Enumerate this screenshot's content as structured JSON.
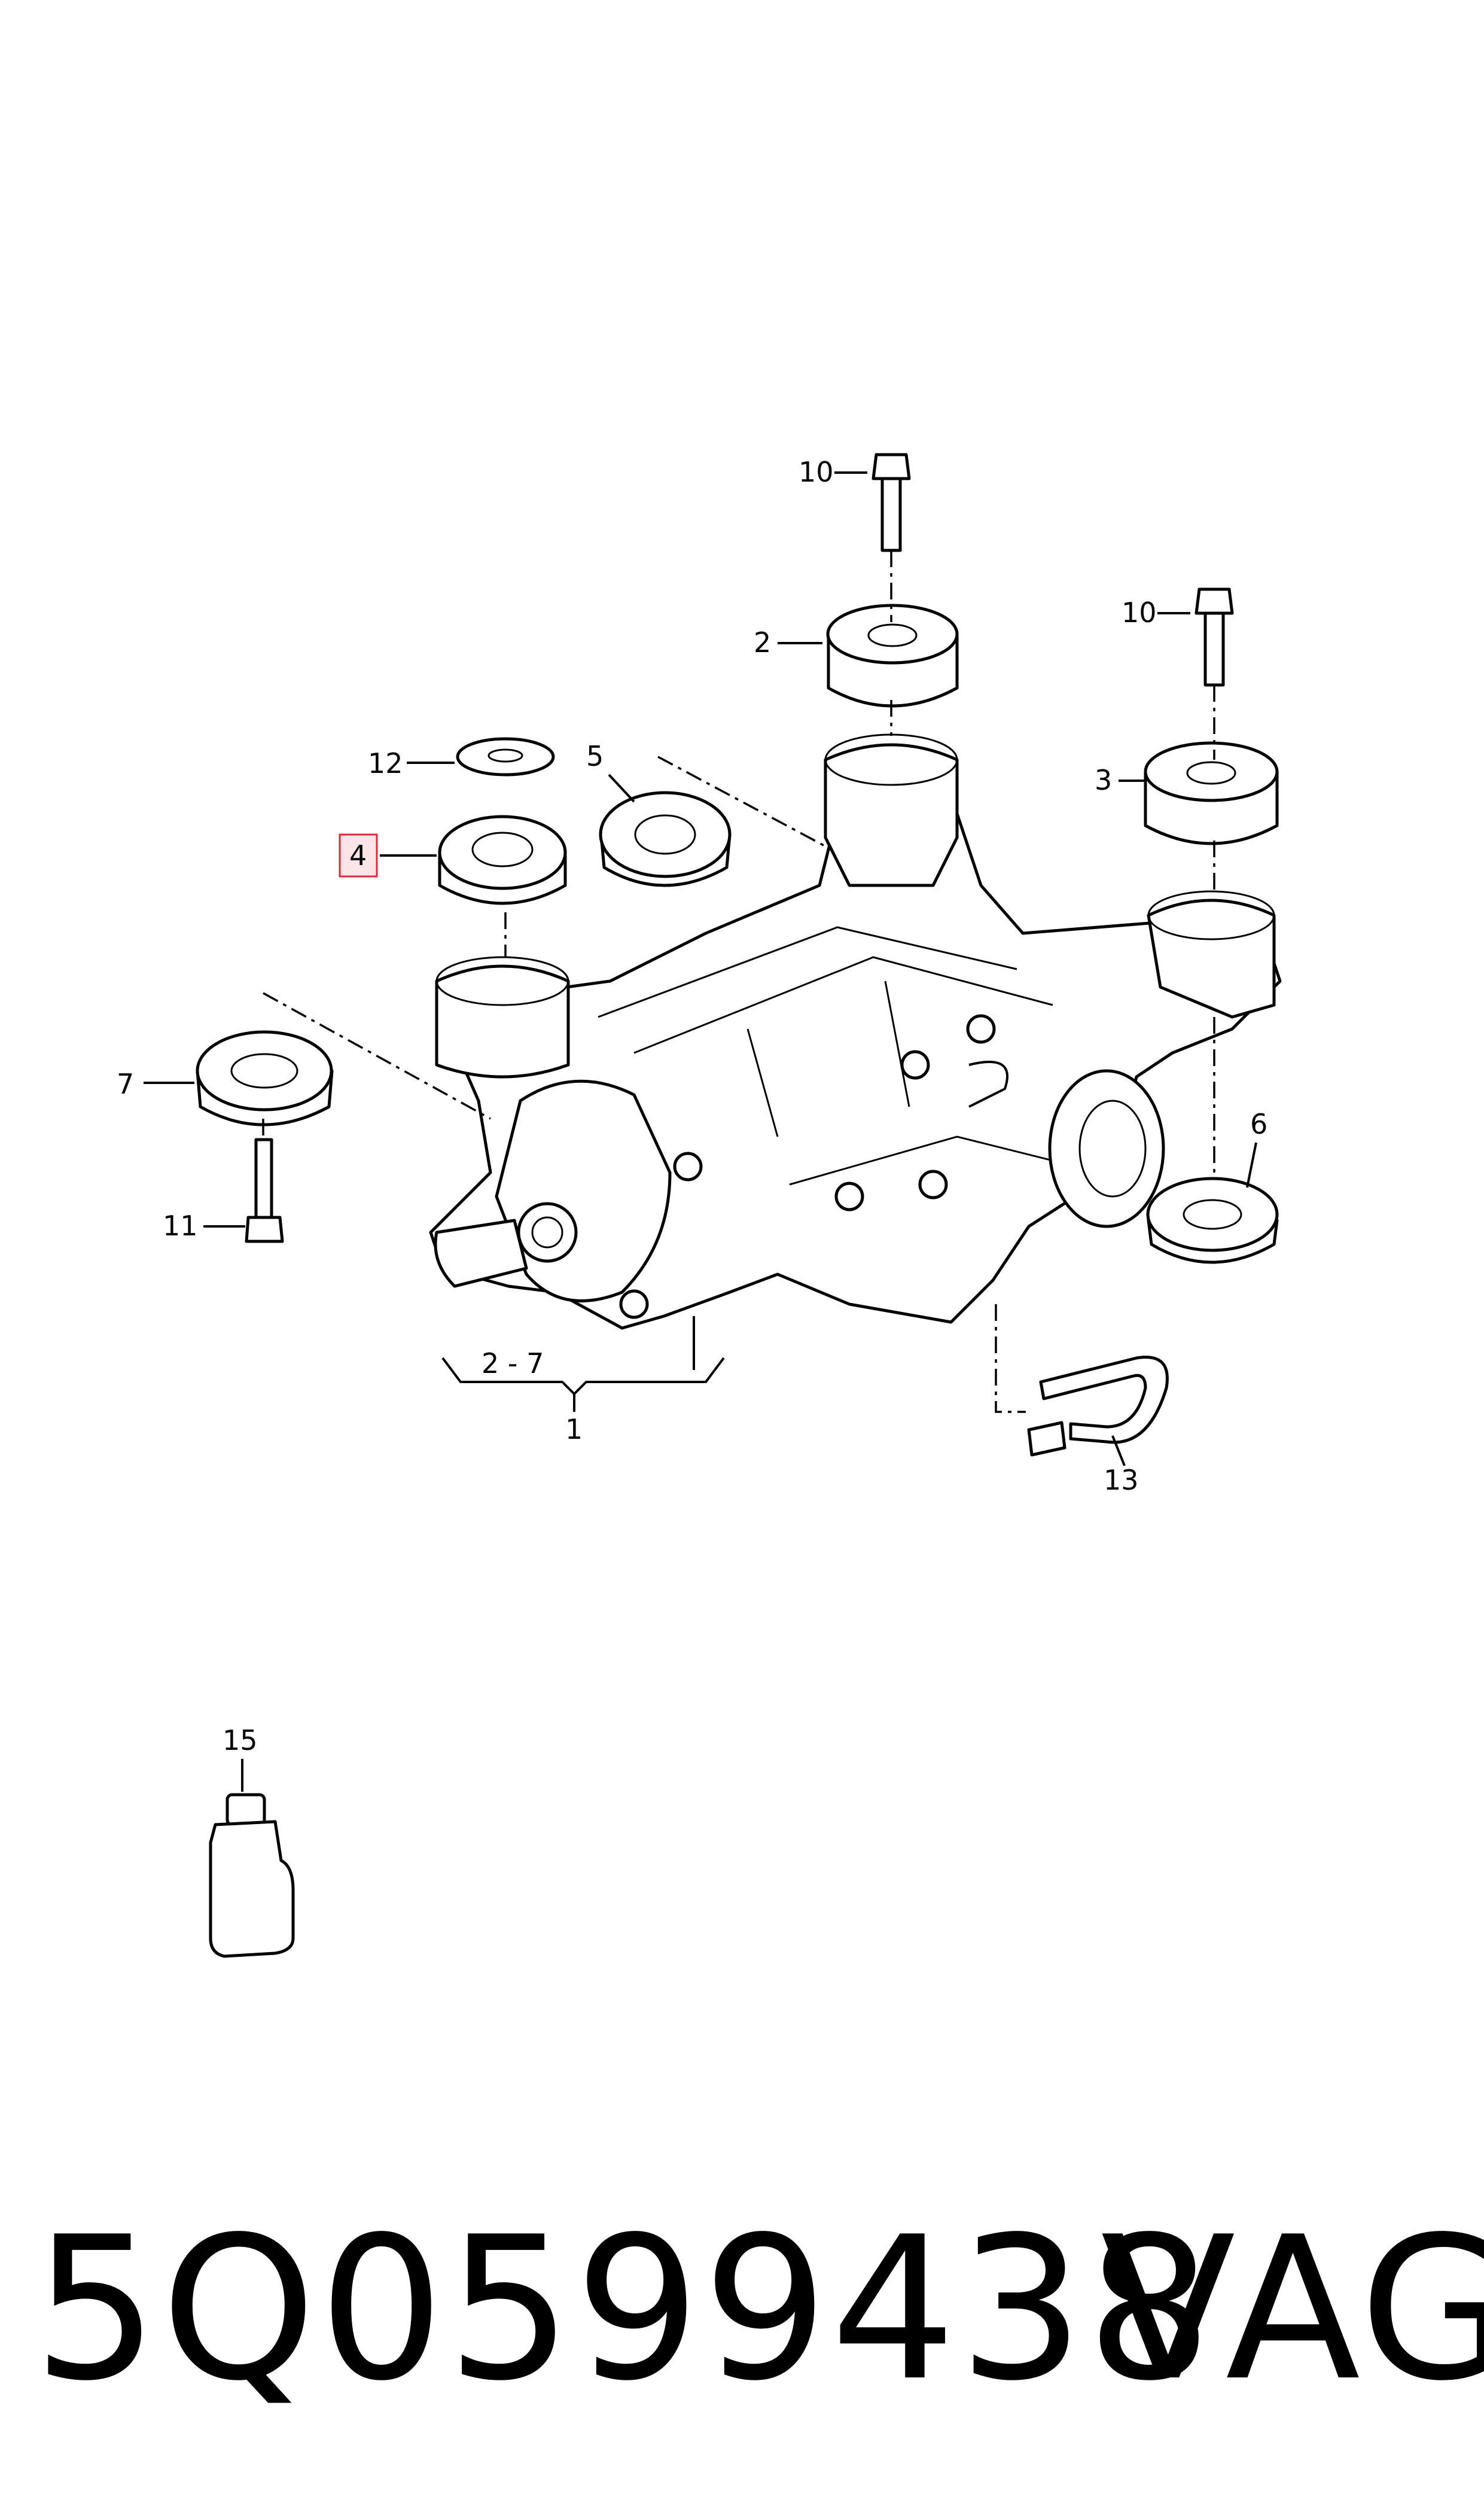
{
  "callouts": {
    "c1": "1",
    "c2": "2",
    "c2_7": "2 - 7",
    "c3": "3",
    "c4": "4",
    "c5": "5",
    "c6": "6",
    "c7": "7",
    "c10a": "10",
    "c10b": "10",
    "c11": "11",
    "c12": "12",
    "c13": "13",
    "c15": "15"
  },
  "highlighted_callout": "4",
  "footer": {
    "part_number": "5Q0599438",
    "brand": "VAG"
  },
  "colors": {
    "line": "#000000",
    "highlight_fill": "#fde4e6",
    "highlight_stroke": "#e0283c"
  }
}
